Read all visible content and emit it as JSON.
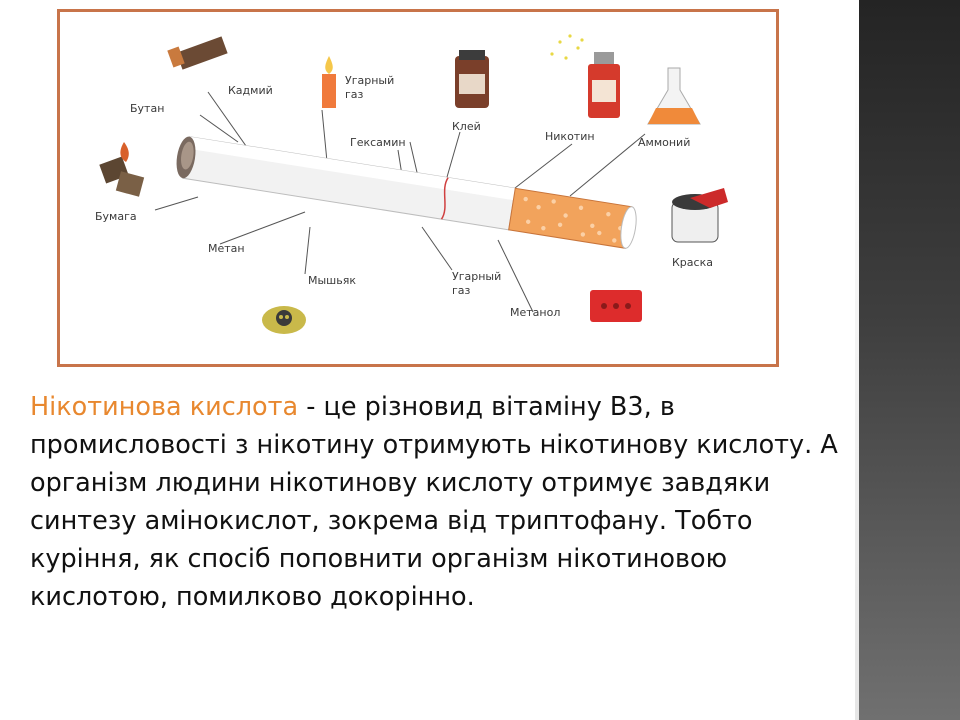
{
  "diagram": {
    "labels": {
      "cadmium": "Кадмий",
      "carbon_monoxide_top_1": "Угарный",
      "carbon_monoxide_top_2": "газ",
      "butane": "Бутан",
      "hexamine": "Гексамин",
      "glue": "Клей",
      "nicotine": "Никотин",
      "ammonia": "Аммоний",
      "paper": "Бумага",
      "methane": "Метан",
      "arsenic": "Мышьяк",
      "carbon_monoxide_bottom_1": "Угарный",
      "carbon_monoxide_bottom_2": "газ",
      "methanol": "Метанол",
      "paint": "Краска"
    }
  },
  "paragraph": {
    "term": "Нікотинова кислота",
    "text": " - це різновид вітаміну В3, в промисловості з нікотину отримують нікотинову кислоту. А організм людини нікотинову кислоту отримує завдяки синтезу амінокислот, зокрема від триптофану. Тобто куріння, як спосіб поповнити організм нікотиновою кислотою, помилково докорінно."
  },
  "colors": {
    "frame_border": "#c8744a",
    "term_color": "#e8882f",
    "side_strip": "#3f3f3f"
  }
}
